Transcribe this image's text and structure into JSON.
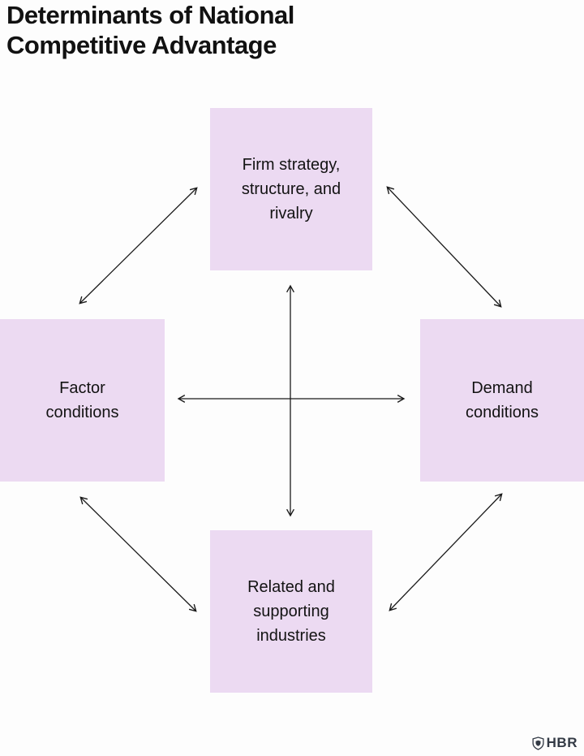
{
  "title": "Determinants of National Competitive Advantage",
  "nodes": {
    "top": "Firm strategy, structure, and rivalry",
    "left": "Factor conditions",
    "right": "Demand conditions",
    "bottom": "Related and supporting industries"
  },
  "footer": {
    "logo_text": "HBR"
  },
  "colors": {
    "box": "#ecdaf2",
    "arrow": "#1a1a1a",
    "title": "#111111",
    "logo": "#333a45"
  }
}
